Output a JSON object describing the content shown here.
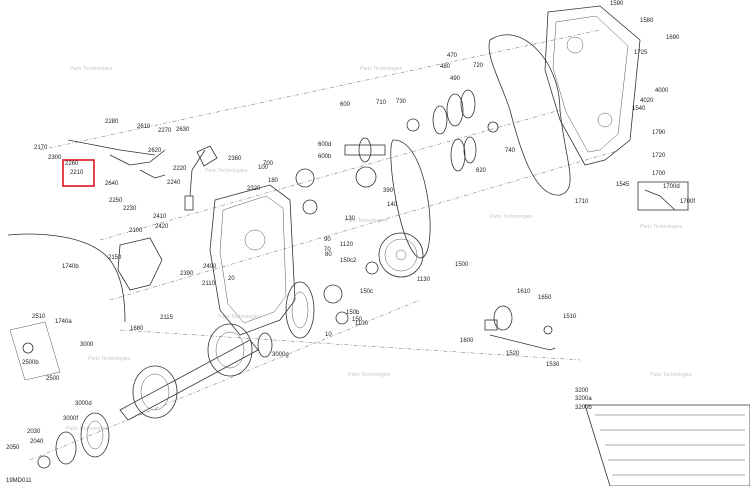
{
  "diagram_code": "19MD011",
  "watermark": "Parts Technologies",
  "highlight_color": "#e0141e",
  "labels": [
    "1590",
    "1580",
    "1725",
    "1690",
    "4000",
    "4020",
    "1540",
    "1790",
    "1720",
    "1545",
    "1700d",
    "1700f",
    "1700",
    "470",
    "480",
    "490",
    "720",
    "710",
    "730",
    "600",
    "600d",
    "600b",
    "700",
    "740",
    "620",
    "1710",
    "2280",
    "2170",
    "2300",
    "2610",
    "2270",
    "2630",
    "2620",
    "2640",
    "2250",
    "2230",
    "2220",
    "2240",
    "2360",
    "2260",
    "2210",
    "2320",
    "100",
    "180",
    "130",
    "390",
    "140",
    "90",
    "70",
    "2410",
    "2420",
    "2100",
    "2150",
    "2400",
    "2390",
    "2110",
    "1740b",
    "1740a",
    "1680",
    "2115",
    "2510",
    "2500b",
    "2500",
    "3000",
    "3000g",
    "3000d",
    "3000f",
    "2030",
    "2040",
    "2050",
    "20",
    "80",
    "10",
    "1120",
    "150c2",
    "150c",
    "1100",
    "150b",
    "150",
    "1130",
    "1500",
    "1610",
    "1650",
    "1510",
    "1600",
    "1520",
    "1530",
    "3200",
    "3200a",
    "3200b"
  ]
}
